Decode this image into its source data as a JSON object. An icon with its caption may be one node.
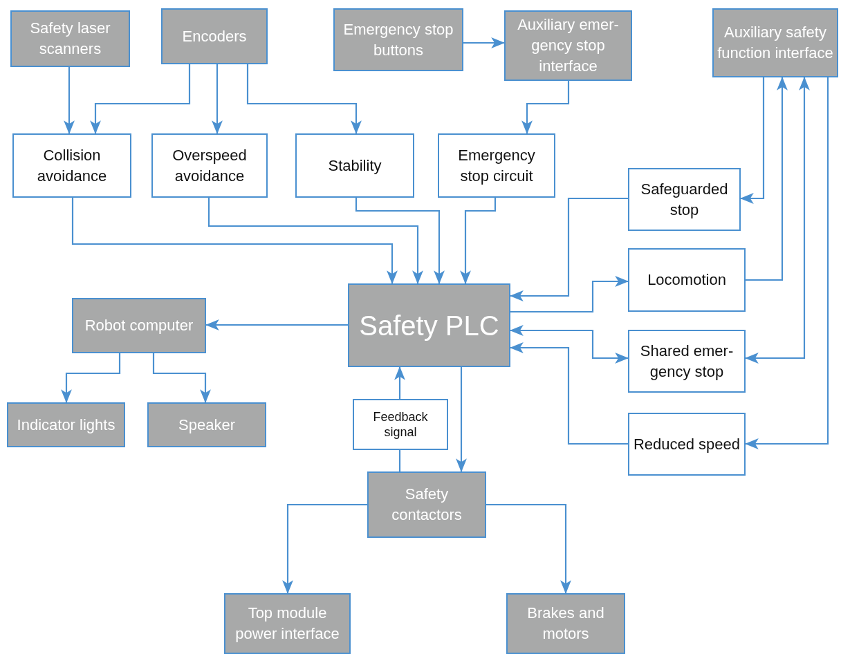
{
  "diagram": {
    "nodes": [
      {
        "text": [
          "Safety laser scanners"
        ]
      },
      {
        "text": [
          "Encoders"
        ]
      },
      {
        "text": [
          "Emergency stop buttons"
        ]
      },
      {
        "text": [
          "Auxiliary emer- gency stop interface"
        ]
      },
      {
        "text": [
          "Auxiliary safety function interface"
        ]
      },
      {
        "text": [
          "Collision avoidance"
        ]
      },
      {
        "text": [
          "Overspeed avoidance"
        ]
      },
      {
        "text": [
          "Stability"
        ]
      },
      {
        "text": [
          "Emergency stop circuit"
        ]
      },
      {
        "text": [
          "Safeguarded stop"
        ]
      },
      {
        "text": [
          "Locomotion"
        ]
      },
      {
        "text": [
          "Safety PLC"
        ]
      },
      {
        "text": [
          "Robot computer"
        ]
      },
      {
        "text": [
          "Shared emer- gency stop"
        ]
      },
      {
        "text": [
          "Feedback signal"
        ]
      },
      {
        "text": [
          "Indicator lights"
        ]
      },
      {
        "text": [
          "Speaker"
        ]
      },
      {
        "text": [
          "Reduced speed"
        ]
      },
      {
        "text": [
          "Safety contactors"
        ]
      },
      {
        "text": [
          "Top module power interface"
        ]
      },
      {
        "text": [
          "Brakes and motors"
        ]
      }
    ],
    "edges": [
      {
        "from": 0,
        "to": 5,
        "arrow": "to"
      },
      {
        "from": 1,
        "to": 5,
        "arrow": "to"
      },
      {
        "from": 1,
        "to": 6,
        "arrow": "to"
      },
      {
        "from": 1,
        "to": 7,
        "arrow": "to"
      },
      {
        "from": 2,
        "to": 3,
        "arrow": "to"
      },
      {
        "from": 3,
        "to": 8,
        "arrow": "to"
      },
      {
        "from": 5,
        "to": 11,
        "arrow": "to"
      },
      {
        "from": 6,
        "to": 11,
        "arrow": "to"
      },
      {
        "from": 7,
        "to": 11,
        "arrow": "to"
      },
      {
        "from": 8,
        "to": 11,
        "arrow": "to"
      },
      {
        "from": 9,
        "to": 11,
        "arrow": "to"
      },
      {
        "from": 11,
        "to": 10,
        "arrow": "to"
      },
      {
        "from": 11,
        "to": 13,
        "arrow": "both"
      },
      {
        "from": 17,
        "to": 11,
        "arrow": "to"
      },
      {
        "from": 4,
        "to": 9,
        "arrow": "to"
      },
      {
        "from": 10,
        "to": 4,
        "arrow": "to"
      },
      {
        "from": 13,
        "to": 4,
        "arrow": "both"
      },
      {
        "from": 4,
        "to": 17,
        "arrow": "to"
      },
      {
        "from": 11,
        "to": 12,
        "arrow": "to"
      },
      {
        "from": 12,
        "to": 15,
        "arrow": "to"
      },
      {
        "from": 12,
        "to": 16,
        "arrow": "to"
      },
      {
        "from": 18,
        "to": 14,
        "arrow": "none"
      },
      {
        "from": 14,
        "to": 11,
        "arrow": "to"
      },
      {
        "from": 11,
        "to": 18,
        "arrow": "to"
      },
      {
        "from": 18,
        "to": 19,
        "arrow": "to"
      },
      {
        "from": 18,
        "to": 20,
        "arrow": "to"
      }
    ]
  }
}
